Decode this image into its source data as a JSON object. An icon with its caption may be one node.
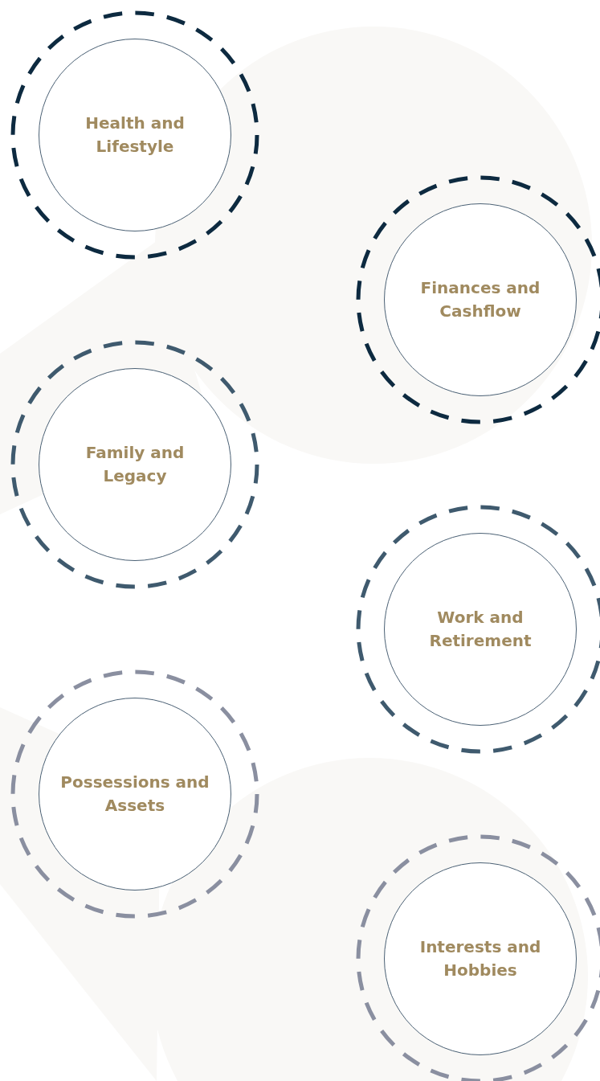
{
  "diagram": {
    "nodes": [
      {
        "text": [
          "Health and Lifestyle"
        ]
      },
      {
        "text": [
          "Finances and Cashflow"
        ]
      },
      {
        "text": [
          "Family and Legacy"
        ]
      },
      {
        "text": [
          "Work and Retirement"
        ]
      },
      {
        "text": [
          "Possessions and Assets"
        ]
      },
      {
        "text": [
          "Interests and Hobbies"
        ]
      }
    ]
  }
}
